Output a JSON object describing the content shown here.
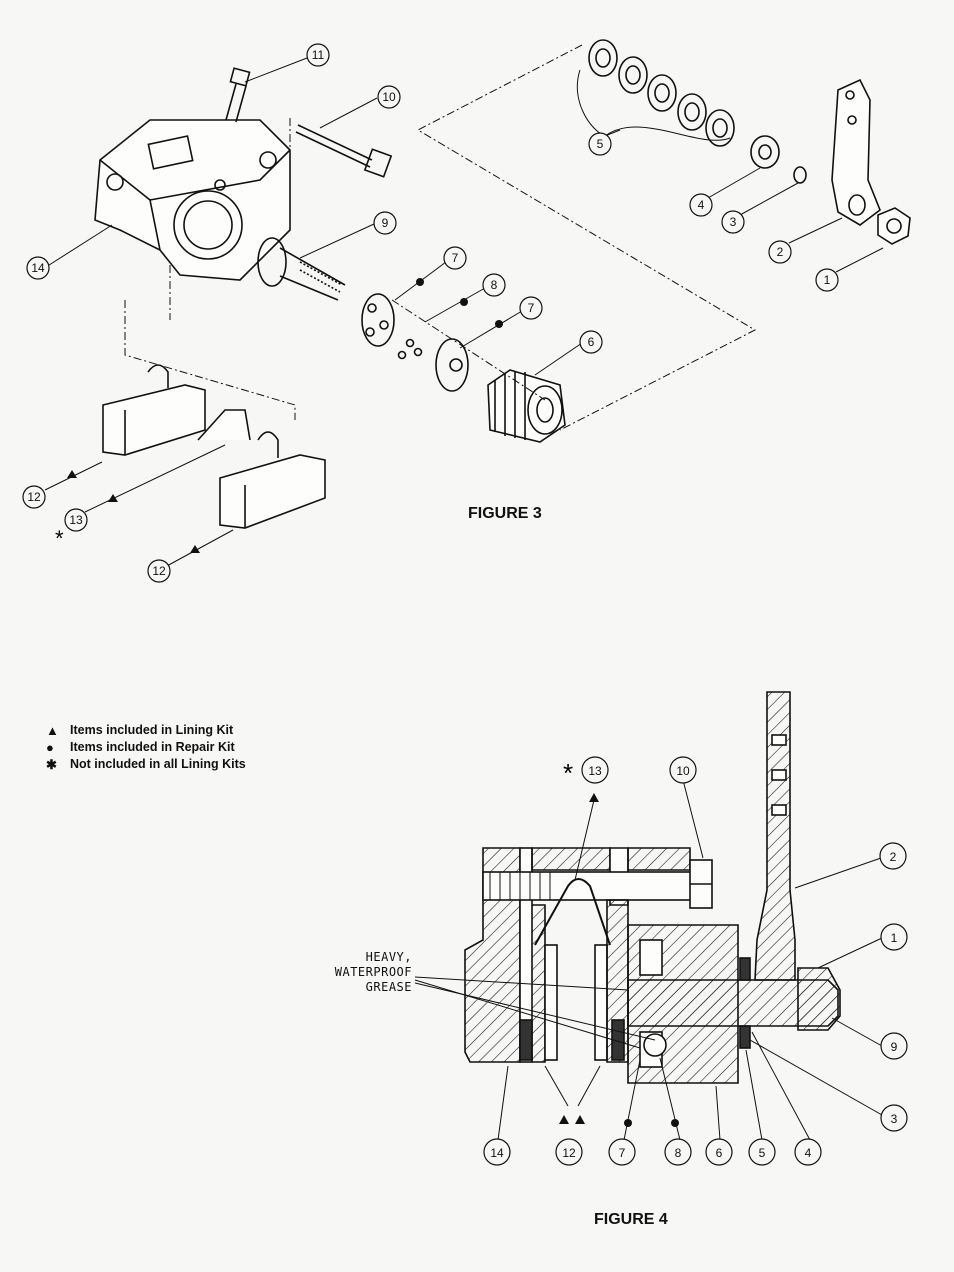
{
  "figure3": {
    "caption": "FIGURE 3",
    "callouts": [
      "11",
      "10",
      "9",
      "7",
      "8",
      "7",
      "6",
      "5",
      "4",
      "3",
      "2",
      "1",
      "14",
      "12",
      "13",
      "12"
    ],
    "asterisk": "*"
  },
  "figure4": {
    "caption": "FIGURE 4",
    "grease_label_line1": "HEAVY,",
    "grease_label_line2": "WATERPROOF",
    "grease_label_line3": "GREASE",
    "callouts_top": [
      "13",
      "10",
      "2",
      "1",
      "9",
      "3"
    ],
    "callouts_bottom": [
      "14",
      "12",
      "7",
      "8",
      "6",
      "5",
      "4"
    ],
    "asterisk": "*"
  },
  "legend": {
    "items": [
      {
        "symbol": "▲",
        "text": "Items included in Lining Kit"
      },
      {
        "symbol": "●",
        "text": "Items included in Repair Kit"
      },
      {
        "symbol": "✱",
        "text": "Not included in all Lining Kits"
      }
    ]
  }
}
